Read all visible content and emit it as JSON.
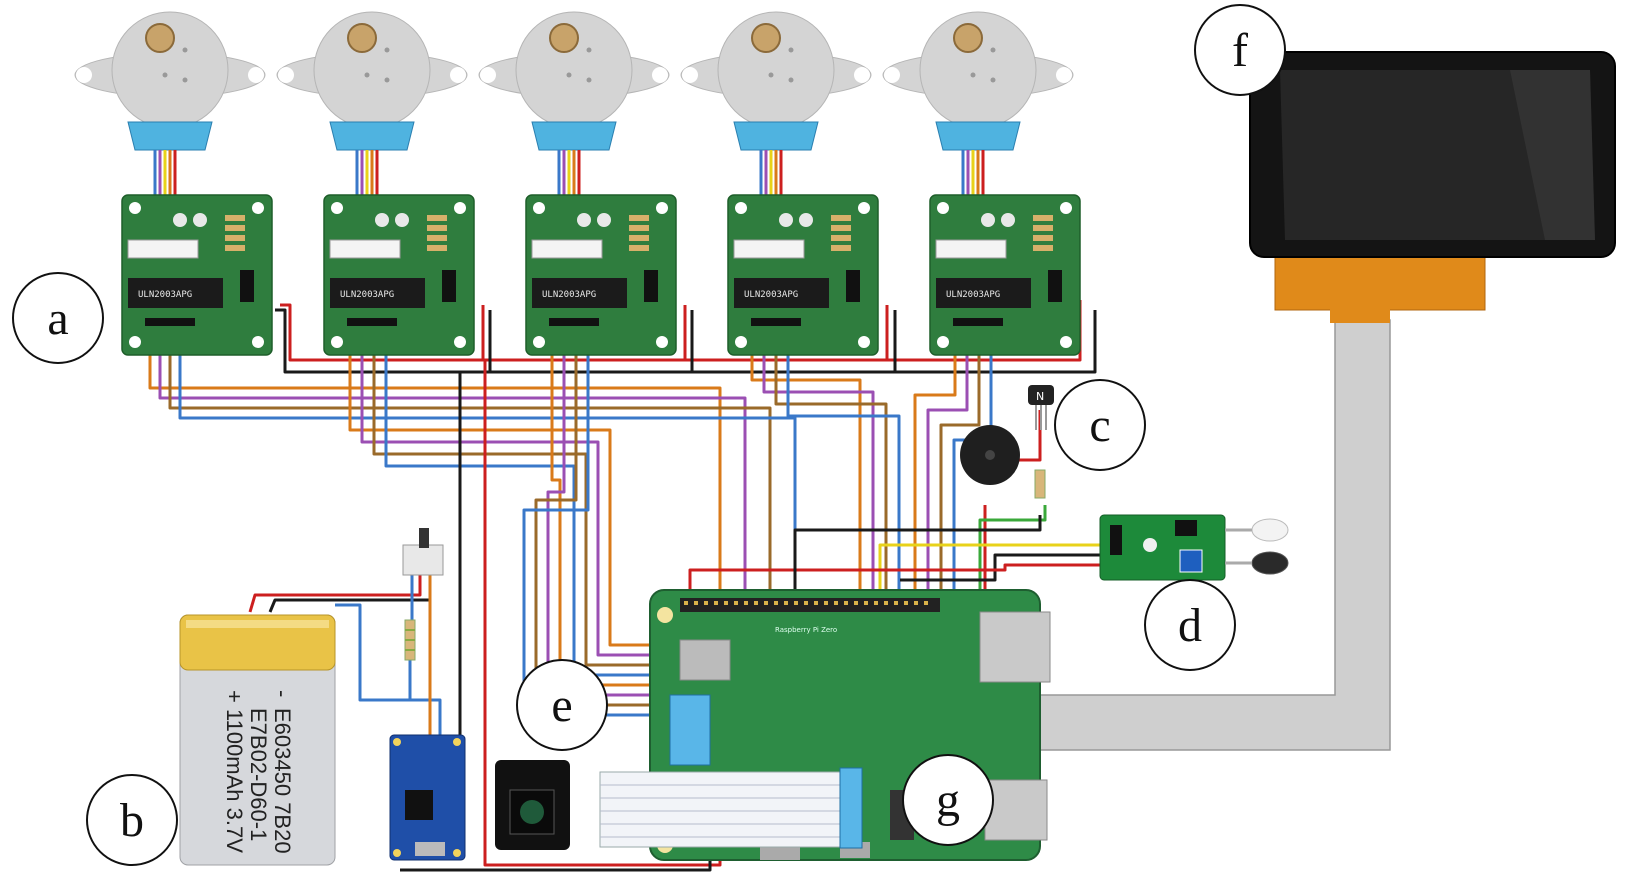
{
  "callouts": {
    "a": "a",
    "b": "b",
    "c": "c",
    "d": "d",
    "e": "e",
    "f": "f",
    "g": "g"
  },
  "driver_chip_label": "ULN2003APG",
  "battery": {
    "line1": "E603450 7B20",
    "line2": "E7B02-D60-1",
    "line3": "+ 1100mAh 3.7V",
    "minus": "-"
  },
  "board_label": "Raspberry Pi Zero",
  "colors": {
    "pcb_green": "#2f7d3e",
    "motor_gray": "#d4d4d4",
    "motor_connector": "#4fb3e0",
    "wire_red": "#cc1f1f",
    "wire_black": "#1a1a1a",
    "wire_orange": "#d97a1a",
    "wire_purple": "#9b4fb3",
    "wire_brown": "#9a6a2a",
    "wire_blue": "#3a78c9",
    "wire_yellow": "#e8d21a",
    "wire_green": "#3aa83a",
    "ribbon_gray": "#cfcfcf",
    "flex_orange": "#e08a1a"
  },
  "icons": {
    "motors": "stepper-motor-icon",
    "drivers": "uln2003-driver-board",
    "buzzer": "buzzer-icon",
    "transistor": "transistor-icon",
    "ir_sensor": "ir-sensor-module",
    "display": "touchscreen-display",
    "camera": "camera-module",
    "charger": "tp4056-charger-module",
    "switch": "slide-switch-icon",
    "battery": "lipo-battery"
  }
}
